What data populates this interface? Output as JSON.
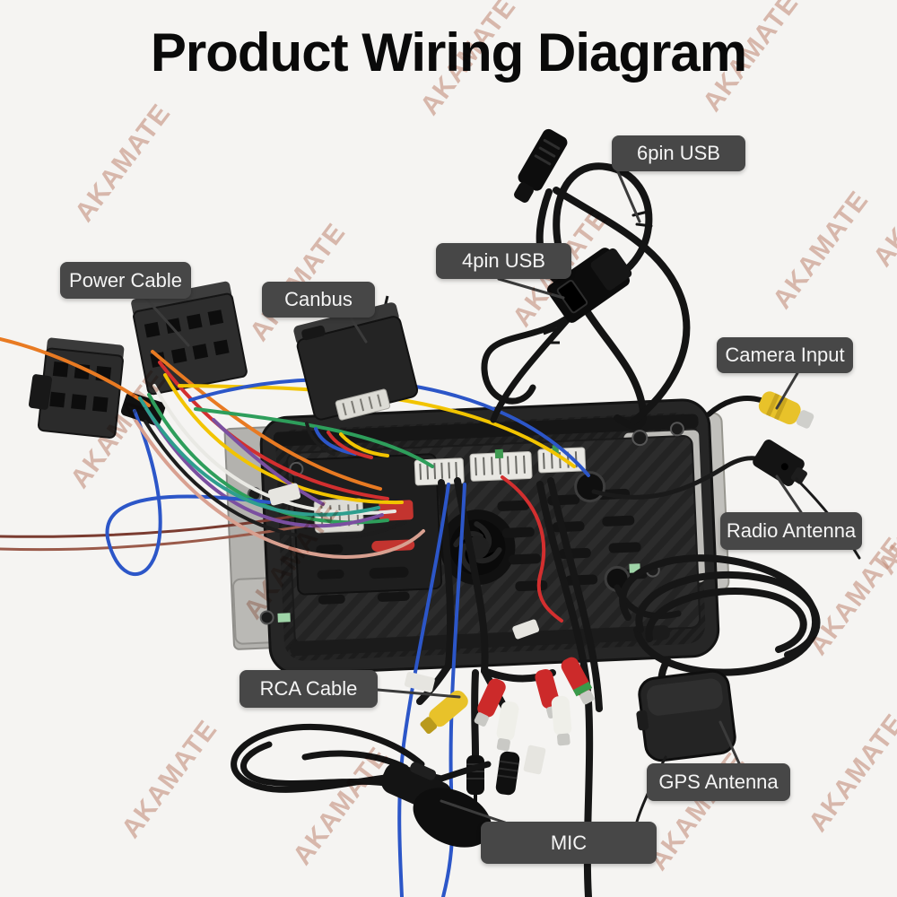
{
  "title": "Product Wiring Diagram",
  "watermark": {
    "text": "AKAMATE"
  },
  "labels": [
    {
      "id": "power-cable",
      "text": "Power Cable"
    },
    {
      "id": "canbus",
      "text": "Canbus"
    },
    {
      "id": "usb-4pin",
      "text": "4pin USB"
    },
    {
      "id": "usb-6pin",
      "text": "6pin USB"
    },
    {
      "id": "camera-input",
      "text": "Camera Input"
    },
    {
      "id": "radio-antenna",
      "text": "Radio Antenna"
    },
    {
      "id": "rca-cable",
      "text": "RCA Cable"
    },
    {
      "id": "gps-antenna",
      "text": "GPS Antenna"
    },
    {
      "id": "mic",
      "text": "MIC"
    }
  ],
  "colors": {
    "background": "#f5f4f2",
    "label_background": "#474747",
    "label_text": "#f4f4f4",
    "title_text": "#0a0a0a",
    "watermark": "rgba(198,138,118,0.55)",
    "wire_palette": [
      "#e87a22",
      "#d32f2f",
      "#f2c400",
      "#e9e9e4",
      "#2e9e5b",
      "#7a4fa0",
      "#2c56c8",
      "#1d1d1d",
      "#2e9e8e",
      "#d8a090",
      "#7a3b30"
    ],
    "rca_yellow": "#e8c22a",
    "rca_red": "#cc2a2a",
    "rca_white": "#efefe9",
    "rca_green": "#3a9a4a"
  }
}
